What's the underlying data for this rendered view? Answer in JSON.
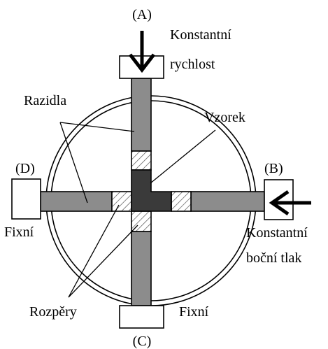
{
  "labels": {
    "a": "(A)",
    "b": "(B)",
    "c": "(C)",
    "d": "(D)",
    "konstantni_rychlost_line1": "Konstantní",
    "konstantni_rychlost_line2": "rychlost",
    "razidla": "Razidla",
    "vzorek": "Vzorek",
    "fixni_left": "Fixní",
    "fixni_bottom": "Fixní",
    "konstantni_tlak_line1": "Konstantní",
    "konstantni_tlak_line2": "boční tlak",
    "rozpery": "Rozpěry"
  },
  "colors": {
    "ram": "#8c8c8c",
    "sample": "#3a3a3a",
    "outline": "#000000",
    "hatch": "#555555"
  }
}
